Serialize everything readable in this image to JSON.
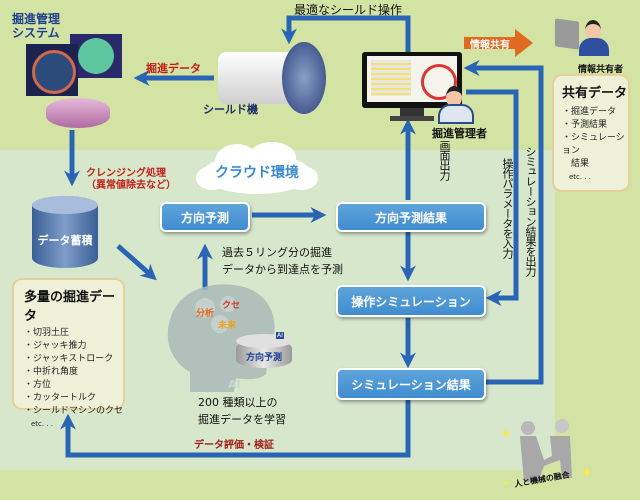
{
  "system": {
    "title_line1": "掘進管理",
    "title_line2": "システム"
  },
  "shield": {
    "label": "シールド機"
  },
  "labels": {
    "excavation_data": "掘進データ",
    "optimal_operation": "最適なシールド操作",
    "info_share": "情報共有",
    "info_sharer": "情報共有者",
    "manager": "掘進管理者",
    "screen_output": "画面出力",
    "param_input": "操作パラメータを入力",
    "sim_output": "シミュレーション結果を出力",
    "cleansing_line1": "クレンジング処理",
    "cleansing_line2": "（異常値除去など）",
    "cloud": "クラウド環境",
    "storage": "データ蓄積",
    "prediction_note_line1": "過去５リング分の掘進",
    "prediction_note_line2": "データから到達点を予測",
    "learning_line1": "200 種類以上の",
    "learning_line2": "掘進データを学習",
    "evaluation": "データ評価・検証",
    "fusion": "人と機械の融合"
  },
  "brain": {
    "gear_words": [
      "分析",
      "クセ",
      "未来"
    ],
    "chip_label": "方向予測",
    "ai_badge": "AI",
    "head_text": "AI"
  },
  "flow_boxes": {
    "direction_prediction": "方向予測",
    "prediction_result": "方向予測結果",
    "operation_simulation": "操作シミュレーション",
    "simulation_result": "シミュレーション結果"
  },
  "shared_data": {
    "title": "共有データ",
    "items": [
      "・掘進データ",
      "・予測結果",
      "・シミュレーション",
      "　結果",
      "　etc. . ."
    ]
  },
  "bulk_data": {
    "title": "多量の掘進データ",
    "items": [
      "・切羽土圧",
      "・ジャッキ推力",
      "・ジャッキストローク",
      "・中折れ角度",
      "・方位",
      "・カッタートルク",
      "・シールドマシンのクセ",
      "　etc. . ."
    ]
  },
  "colors": {
    "background": "#d3e3a3",
    "cloud_zone": "#d6e7cc",
    "arrow_blue": "#2a64b4",
    "box_blue": "#4a96d4",
    "label_red": "#c0211b",
    "share_orange": "#e06a22"
  }
}
